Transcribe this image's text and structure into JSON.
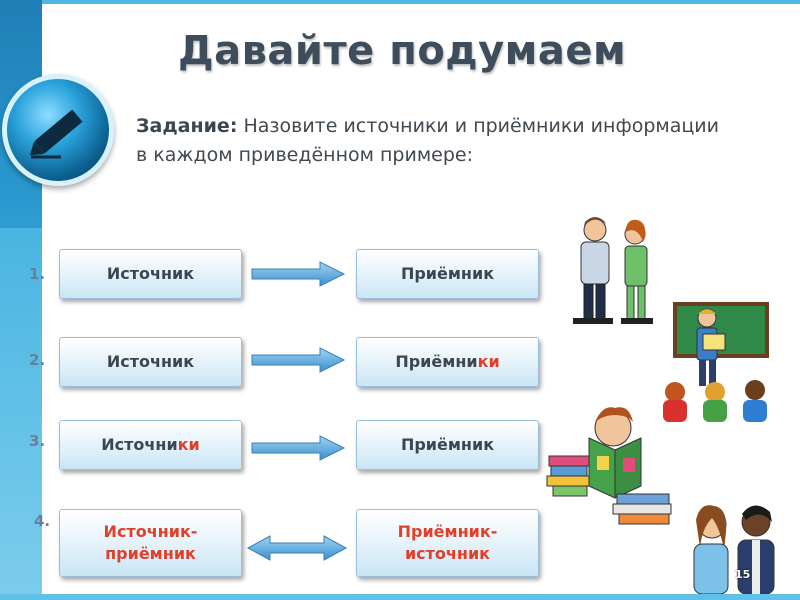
{
  "slide": {
    "title": "Давайте подумаем",
    "task_lead": "Задание:",
    "task_text": " Назовите источники и приёмники информации в каждом приведённом примере:",
    "page_number": "15"
  },
  "rows": [
    {
      "number": "1.",
      "left": {
        "main": "Источник",
        "highlight": ""
      },
      "right": {
        "main": "Приёмник",
        "highlight": ""
      },
      "arrow": "right"
    },
    {
      "number": "2.",
      "left": {
        "main": "Источник",
        "highlight": ""
      },
      "right": {
        "main": "Приёмни",
        "highlight": "ки"
      },
      "arrow": "right"
    },
    {
      "number": "3.",
      "left": {
        "main": "Источни",
        "highlight": "ки"
      },
      "right": {
        "main": "Приёмник",
        "highlight": ""
      },
      "arrow": "right"
    },
    {
      "number": "4.",
      "left": {
        "line1": "Источник-",
        "line2": "приёмник"
      },
      "right": {
        "line1": "Приёмник-",
        "line2": "источник"
      },
      "arrow": "double"
    }
  ],
  "colors": {
    "accent_blue": "#2a9ad0",
    "highlight_red": "#e0402a",
    "arrow_blue": "#4a9fd6"
  },
  "icons": [
    "pencil-icon"
  ]
}
